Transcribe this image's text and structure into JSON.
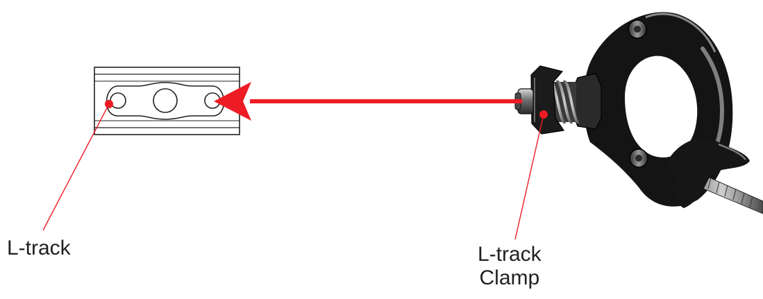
{
  "labels": {
    "l_track": "L-track",
    "l_track_clamp_line1": "L-track",
    "l_track_clamp_line2": "Clamp"
  },
  "colors": {
    "accent": "#ed1c24",
    "outline": "#231f20",
    "clamp_body": "#111111",
    "metal": "#8a8a8a"
  },
  "icons": {
    "arrow": "left-arrow",
    "rail": "l-track-rail",
    "clamp": "l-track-clamp-photo"
  }
}
